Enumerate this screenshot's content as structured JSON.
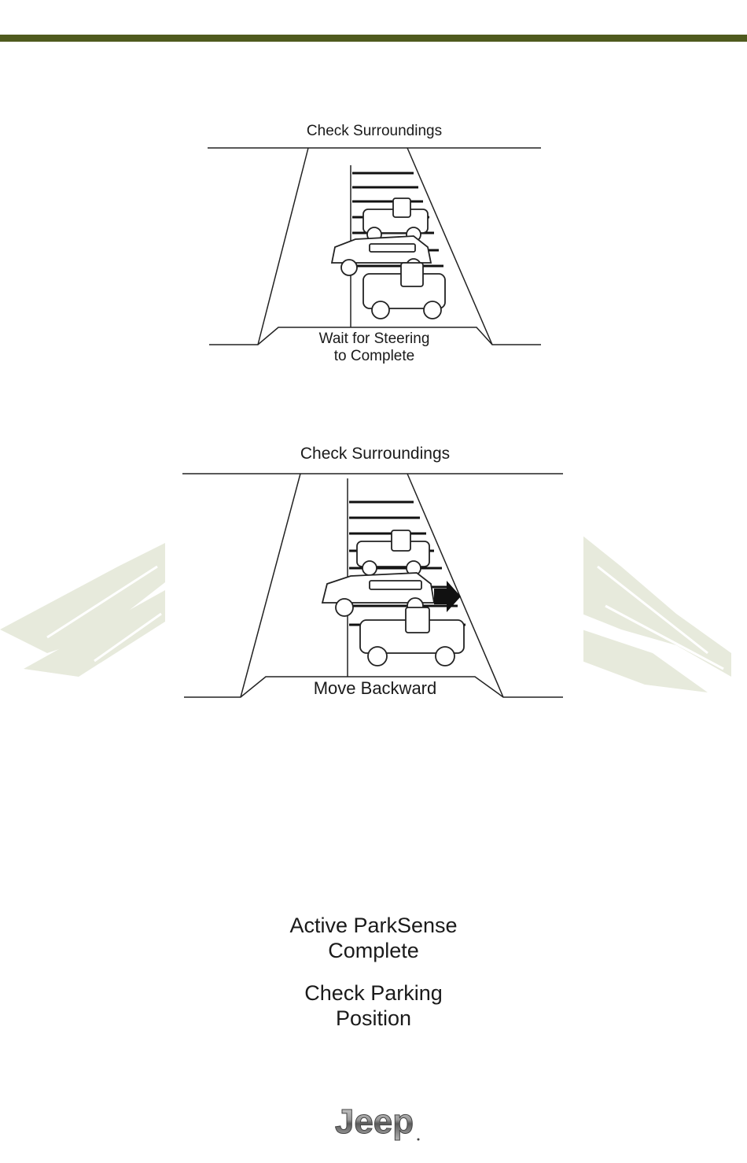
{
  "colors": {
    "accent_bar": "#4f5a1e",
    "watermark": "#e7eadc"
  },
  "figure1": {
    "top_label": "Check Surroundings",
    "bottom_label": "Wait for Steering\nto Complete"
  },
  "figure2": {
    "top_label": "Check Surroundings",
    "bottom_label": "Move Backward"
  },
  "messages": [
    "Active ParkSense\nComplete",
    "Check Parking\nPosition"
  ],
  "logo": {
    "text": "Jeep",
    "icon": "jeep-logo"
  }
}
